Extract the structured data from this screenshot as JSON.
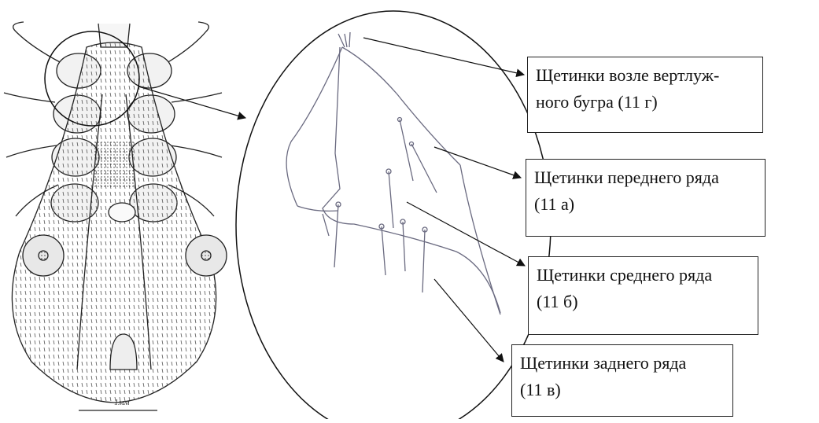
{
  "figure": {
    "scale_label": "1мм",
    "labels": [
      {
        "id": "g",
        "line1": "Щетинки возле вертлуж-",
        "line2": "ного бугра (11 г)"
      },
      {
        "id": "a",
        "line1": "Щетинки переднего ряда",
        "line2": "(11 а)"
      },
      {
        "id": "b",
        "line1": "Щетинки среднего ряда",
        "line2": "(11 б)"
      },
      {
        "id": "v",
        "line1": "Щетинки заднего ряда",
        "line2": "(11 в)"
      }
    ]
  }
}
